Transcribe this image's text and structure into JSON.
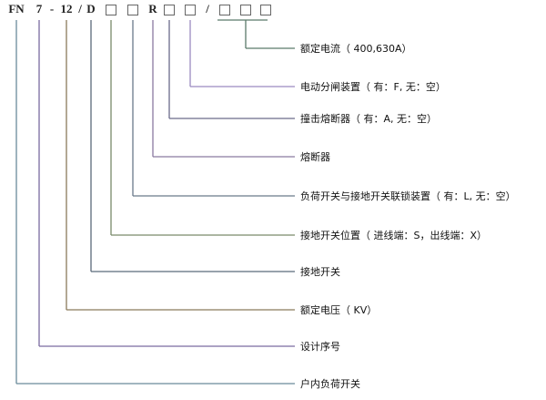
{
  "code_parts": [
    {
      "text": "FN",
      "type": "text"
    },
    {
      "text": "7",
      "type": "text"
    },
    {
      "text": "-",
      "type": "text"
    },
    {
      "text": "12",
      "type": "text"
    },
    {
      "text": "/",
      "type": "text"
    },
    {
      "text": "D",
      "type": "text"
    },
    {
      "text": "",
      "type": "box"
    },
    {
      "text": "",
      "type": "box"
    },
    {
      "text": "R",
      "type": "text"
    },
    {
      "text": "",
      "type": "box"
    },
    {
      "text": "",
      "type": "box"
    },
    {
      "text": "/",
      "type": "text"
    },
    {
      "text": "",
      "type": "box"
    },
    {
      "text": "",
      "type": "box"
    },
    {
      "text": "",
      "type": "box"
    }
  ],
  "labels": [
    {
      "text": "额定电流（ 400,630A）",
      "color": "#5a7a6a"
    },
    {
      "text": "电动分闸装置（ 有：F, 无：空）",
      "color": "#9a8ac0"
    },
    {
      "text": "撞击熔断器（ 有：A, 无：空）",
      "color": "#6a6a8a"
    },
    {
      "text": "熔断器",
      "color": "#8a7aa0"
    },
    {
      "text": "负荷开关与接地开关联锁装置（ 有：L, 无：空）",
      "color": "#6a7a8a"
    },
    {
      "text": "接地开关位置（ 进线端：S，出线端：X）",
      "color": "#7a8a6a"
    },
    {
      "text": "接地开关",
      "color": "#5a6a7a"
    },
    {
      "text": "额定电压（ KV）",
      "color": "#8a7a5a"
    },
    {
      "text": "设计序号",
      "color": "#7a6aa0"
    },
    {
      "text": "户内负荷开关",
      "color": "#6a8a9a"
    }
  ]
}
